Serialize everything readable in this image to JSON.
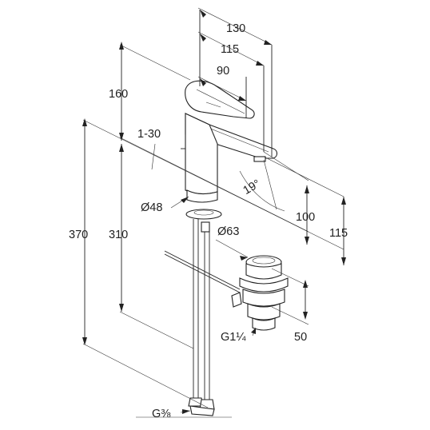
{
  "dimensions": {
    "top_width_130": "130",
    "top_width_115": "115",
    "top_width_90": "90",
    "spout_height_160": "160",
    "deck_thickness": "1-30",
    "body_diameter": "Ø48",
    "total_height_370": "370",
    "height_below_spout_310": "310",
    "waste_diameter": "Ø63",
    "spout_angle": "19°",
    "spout_drop_100": "100",
    "spout_drop_115": "115",
    "waste_height_50": "50",
    "waste_thread": "G1¼",
    "connection_thread": "G⅜"
  }
}
